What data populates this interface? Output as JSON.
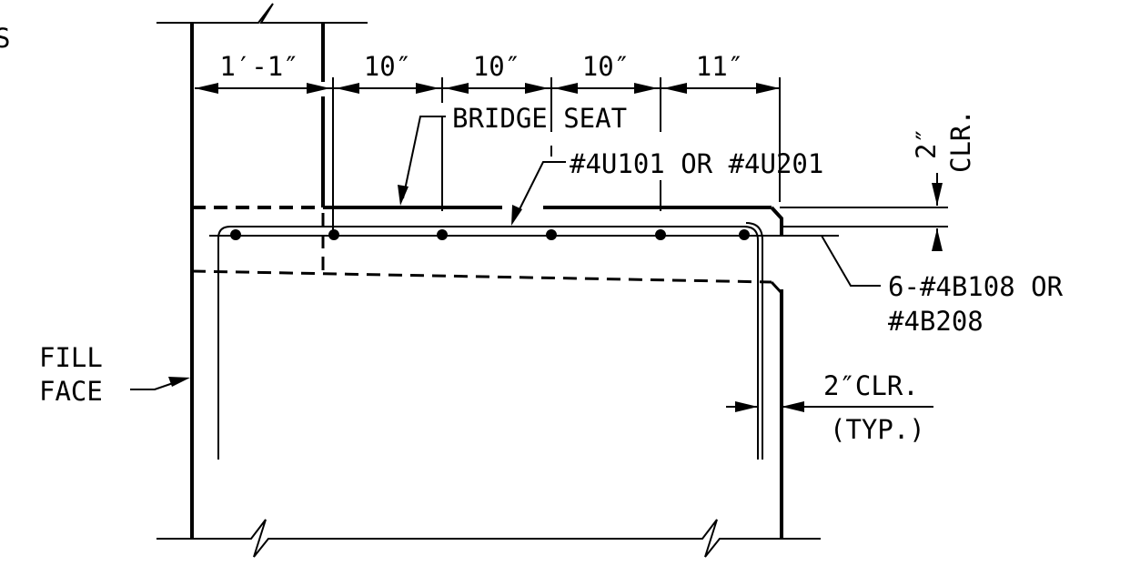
{
  "margin_fragment": "S",
  "dimensions": {
    "d1": "1′-1″",
    "d2": "10″",
    "d3": "10″",
    "d4": "10″",
    "d5": "11″"
  },
  "labels": {
    "bridge_seat": "BRIDGE SEAT",
    "stirrup": "#4U101 OR #4U201",
    "longitudinal_line1": "6-#4B108 OR",
    "longitudinal_line2": "#4B208",
    "fill_face_line1": "FILL",
    "fill_face_line2": "FACE",
    "side_clear_line1": "2″CLR.",
    "side_clear_line2": "(TYP.)",
    "top_clear_value": "2″",
    "top_clear_unit": "CLR."
  },
  "bar_count": 6
}
